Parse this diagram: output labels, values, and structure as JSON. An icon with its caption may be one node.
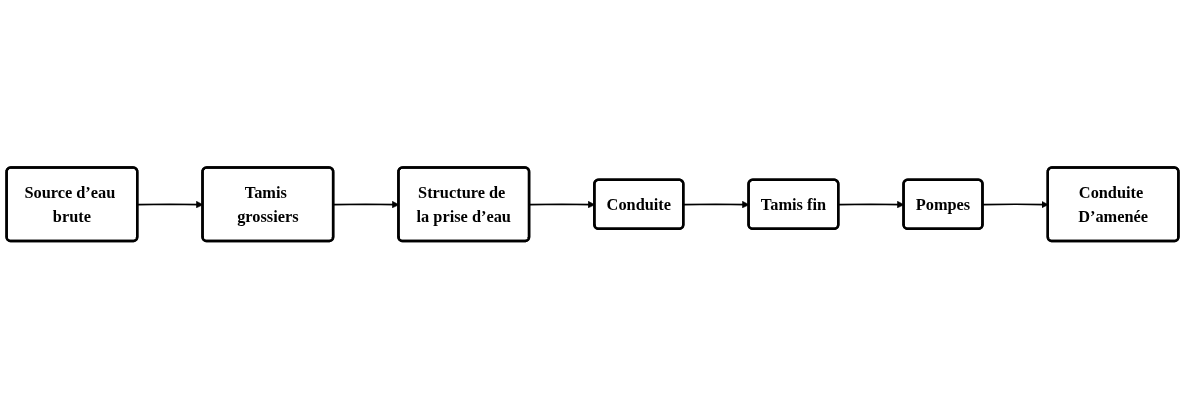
{
  "diagram": {
    "nodes": [
      {
        "text": [
          "Source d’eau brute"
        ]
      },
      {
        "text": [
          "Tamis grossiers"
        ]
      },
      {
        "text": [
          "Structure de la prise d’eau"
        ]
      },
      {
        "text": [
          "Conduite"
        ]
      },
      {
        "text": [
          "Conduite D’amenée"
        ]
      },
      {
        "text": [
          "Pompes"
        ]
      },
      {
        "text": [
          "Tamis fin"
        ]
      }
    ],
    "edges": [
      {
        "from": 0,
        "to": 1,
        "arrow": "to"
      },
      {
        "from": 1,
        "to": 2,
        "arrow": "to"
      },
      {
        "from": 2,
        "to": 3,
        "arrow": "to"
      },
      {
        "from": 3,
        "to": 6,
        "arrow": "to"
      },
      {
        "from": 6,
        "to": 5,
        "arrow": "to"
      },
      {
        "from": 5,
        "to": 4,
        "arrow": "to"
      }
    ]
  }
}
